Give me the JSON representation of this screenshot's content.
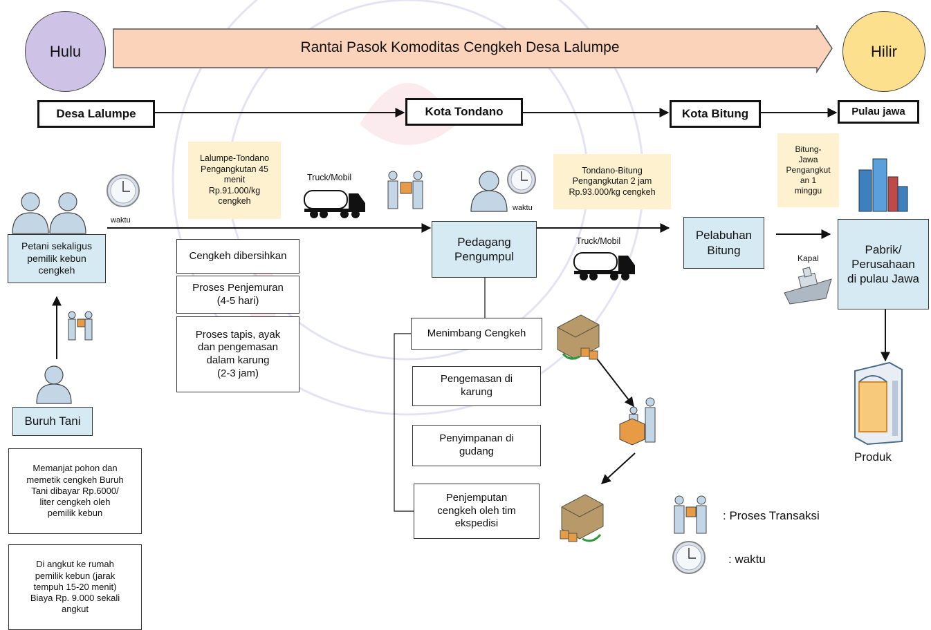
{
  "header": {
    "hulu": "Hulu",
    "hilir": "Hilir",
    "banner": "Rantai Pasok Komoditas Cengkeh Desa Lalumpe"
  },
  "locations": {
    "desa": "Desa Lalumpe",
    "tondano": "Kota Tondano",
    "bitung": "Kota Bitung",
    "jawa": "Pulau jawa"
  },
  "actors": {
    "petani": "Petani sekaligus\npemilik kebun\ncengkeh",
    "buruh": "Buruh Tani",
    "pedagang": "Pedagang\nPengumpul",
    "pelabuhan": "Pelabuhan\nBitung",
    "pabrik": "Pabrik/\nPerusahaan\ndi pulau Jawa"
  },
  "notes": {
    "buruh_job": "Memanjat pohon dan\nmemetik cengkeh Buruh\nTani dibayar Rp.6000/\nliter cengkeh oleh\npemilik kebun",
    "angkut": "Di angkut ke rumah\npemilik kebun (jarak\ntempuh 15-20 menit)\nBiaya Rp. 9.000 sekali\nangkut"
  },
  "transport": {
    "lalumpe_tondano": "Lalumpe-Tondano\nPengangkutan 45\nmenit\nRp.91.000/kg\ncengkeh",
    "tondano_bitung": "Tondano-Bitung\nPengangkutan 2 jam\nRp.93.000/kg cengkeh",
    "bitung_jawa": "Bitung-\nJawa\nPengangkut\nan 1\nminggu"
  },
  "processes": {
    "p1": "Cengkeh dibersihkan",
    "p2": "Proses Penjemuran\n(4-5 hari)",
    "p3": "Proses tapis, ayak\ndan pengemasan\ndalam karung\n(2-3 jam)"
  },
  "pedagang_steps": {
    "s1": "Menimbang Cengkeh",
    "s2": "Pengemasan di\nkarung",
    "s3": "Penyimpanan di\ngudang",
    "s4": "Penjemputan\ncengkeh oleh tim\nekspedisi"
  },
  "labels": {
    "waktu": "waktu",
    "truck": "Truck/Mobil",
    "kapal": "Kapal",
    "produk": "Produk"
  },
  "legend": {
    "transaksi": ": Proses Transaksi",
    "waktu": ": waktu"
  },
  "colors": {
    "hulu": "#cec3e6",
    "hilir": "#fce08d",
    "banner": "#fbd3bb",
    "blue_box": "#d5eaf3",
    "tan_box": "#fdf1cf"
  }
}
